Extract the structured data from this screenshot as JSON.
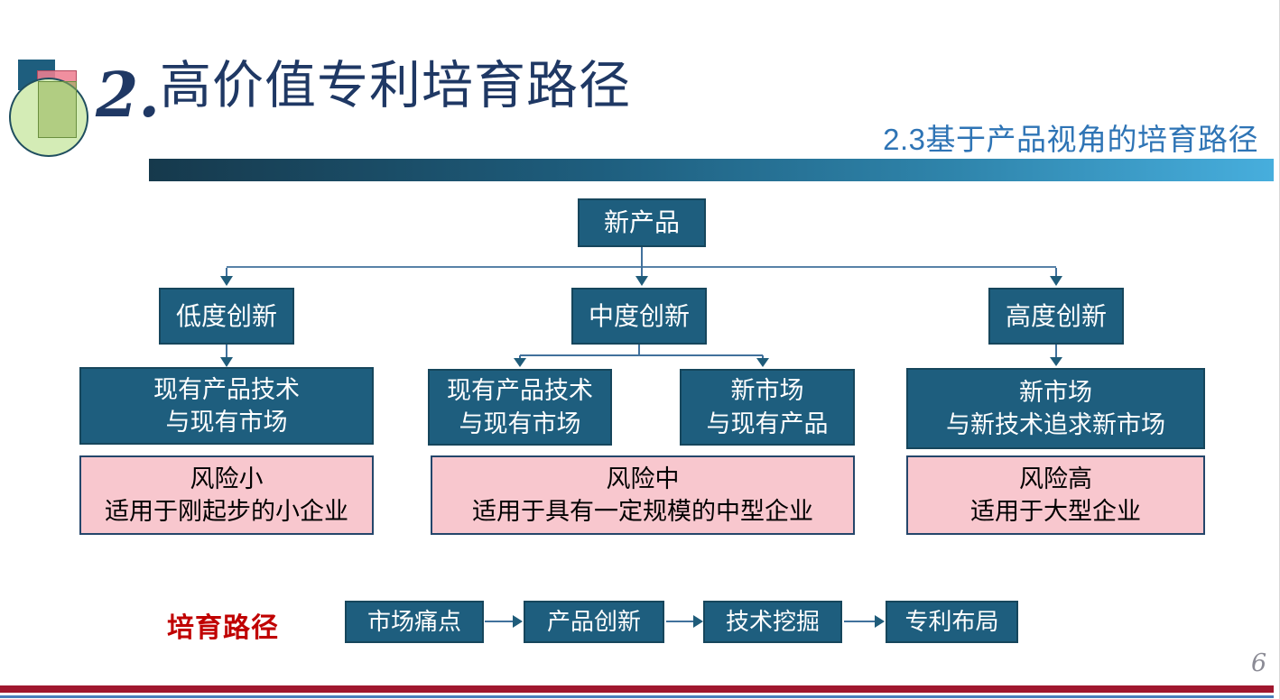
{
  "header": {
    "title_number": "2.",
    "title_text": "高价值专利培育路径",
    "subtitle": "2.3基于产品视角的培育路径"
  },
  "flowchart": {
    "root": {
      "label": "新产品"
    },
    "level1": [
      {
        "label": "低度创新"
      },
      {
        "label": "中度创新"
      },
      {
        "label": "高度创新"
      }
    ],
    "level2": [
      {
        "line1": "现有产品技术",
        "line2": "与现有市场"
      },
      {
        "line1": "现有产品技术",
        "line2": "与现有市场"
      },
      {
        "line1": "新市场",
        "line2": "与现有产品"
      },
      {
        "line1": "新市场",
        "line2": "与新技术追求新市场"
      }
    ],
    "risk": [
      {
        "line1": "风险小",
        "line2": "适用于刚起步的小企业"
      },
      {
        "line1": "风险中",
        "line2": "适用于具有一定规模的中型企业"
      },
      {
        "line1": "风险高",
        "line2": "适用于大型企业"
      }
    ]
  },
  "cultivation_path": {
    "label": "培育路径",
    "steps": [
      {
        "label": "市场痛点"
      },
      {
        "label": "产品创新"
      },
      {
        "label": "技术挖掘"
      },
      {
        "label": "专利布局"
      }
    ]
  },
  "footer": {
    "page_number": "6"
  },
  "colors": {
    "box_teal": "#1E5E7E",
    "box_pink": "#F8C7CE",
    "title_navy": "#1F3864",
    "subtitle_blue": "#2E74B5",
    "path_label_red": "#C00000",
    "footer_bar_red": "#A0172E",
    "footer_line_blue": "#4A7EBB",
    "connector_line": "#41719C",
    "arrowhead": "#1F5C7A",
    "gradient_bar_left": "#16394C",
    "gradient_bar_right": "#47AEDD"
  }
}
